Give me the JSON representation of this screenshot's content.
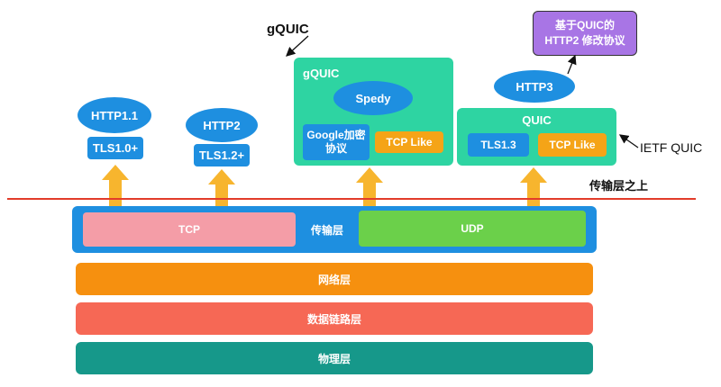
{
  "stack": {
    "http11": "HTTP1.1",
    "tls10": "TLS1.0+",
    "http2": "HTTP2",
    "tls12": "TLS1.2+"
  },
  "gquic": {
    "outer_label": "gQUIC",
    "inner_label": "gQUIC",
    "spedy": "Spedy",
    "crypto": "Google加密协议",
    "tcp_like": "TCP Like"
  },
  "ietf": {
    "http3": "HTTP3",
    "note": "基于QUIC的\nHTTP2 修改协议",
    "quic_label": "QUIC",
    "tls13": "TLS1.3",
    "tcp_like": "TCP Like",
    "outer_label": "IETF QUIC"
  },
  "divider_label": "传输层之上",
  "layers": {
    "transport": "传输层",
    "tcp": "TCP",
    "udp": "UDP",
    "network": "网络层",
    "datalink": "数据链路层",
    "physical": "物理层"
  },
  "colors": {
    "blue": "#1e8fe0",
    "green": "#2ed4a2",
    "orange": "#f5a417",
    "red_line": "#e23c2a",
    "purple": "#a875e5"
  }
}
